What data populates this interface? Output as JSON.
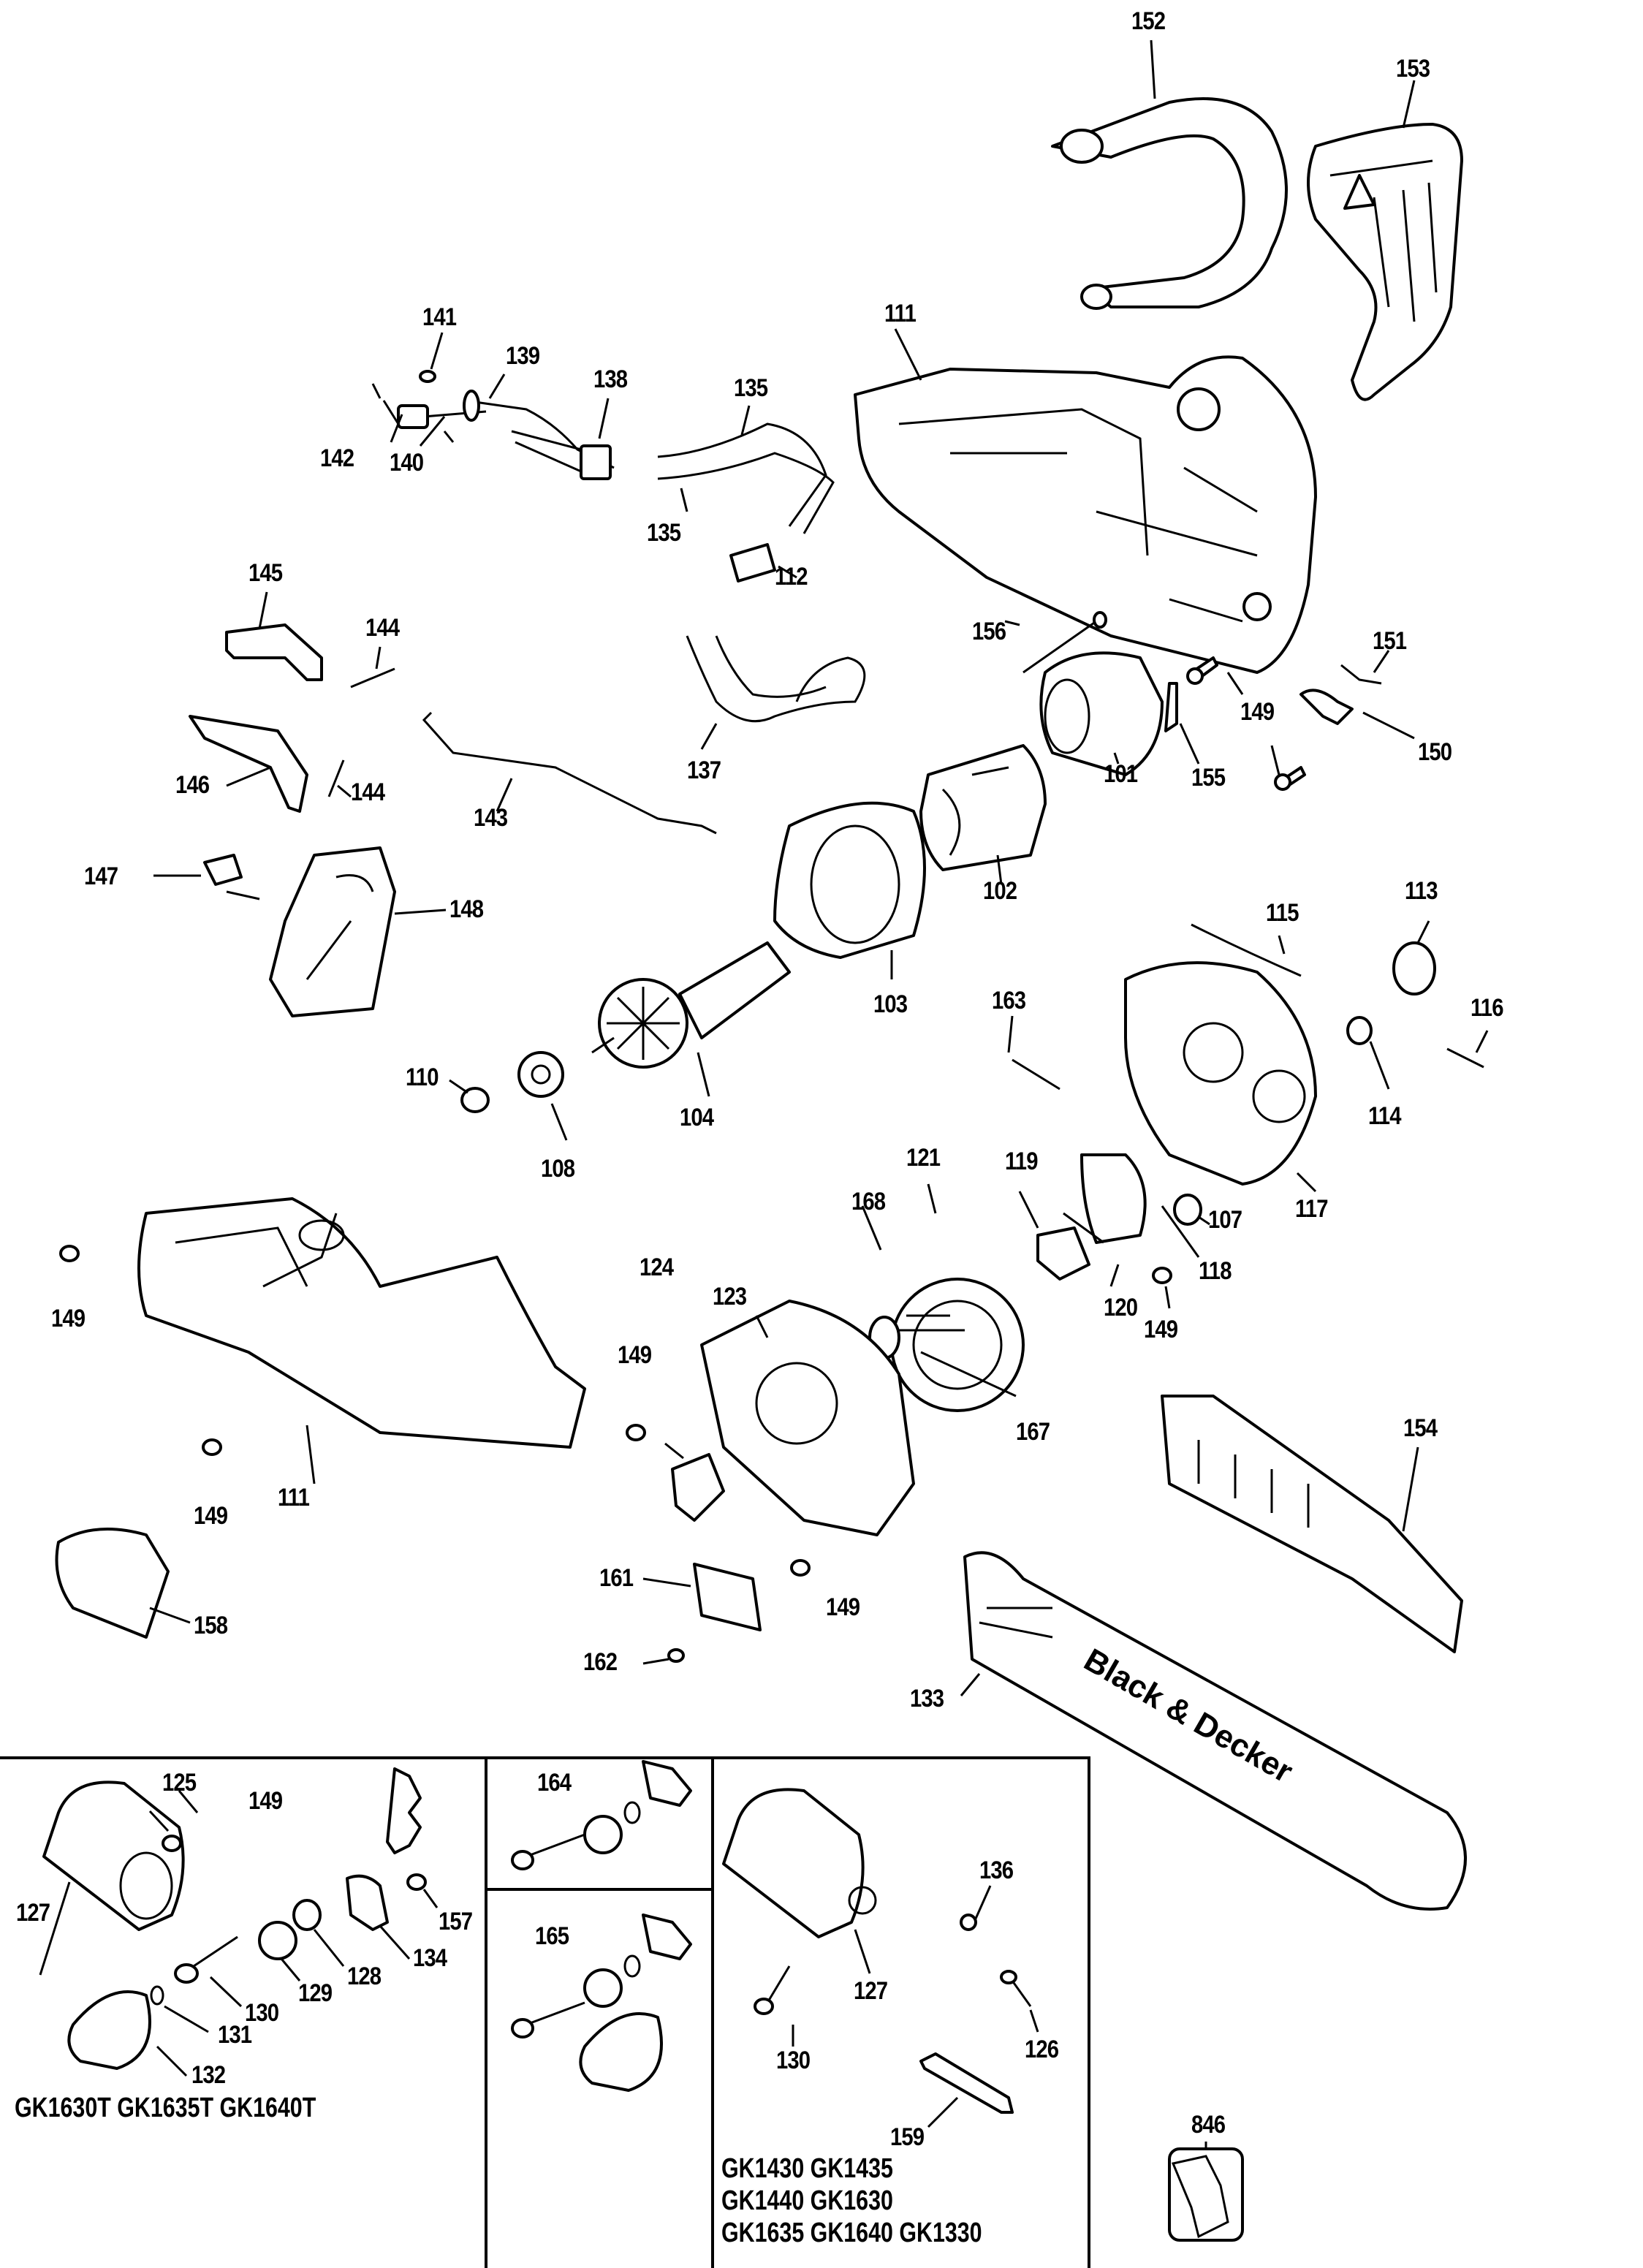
{
  "diagram": {
    "title": "Chainsaw exploded parts diagram",
    "brand_on_bar": "Black & Decker",
    "labels": [
      {
        "id": "152",
        "part": "front-handle"
      },
      {
        "id": "153",
        "part": "front-hand-guard"
      },
      {
        "id": "141",
        "part": "screw"
      },
      {
        "id": "139",
        "part": "cord"
      },
      {
        "id": "138",
        "part": "terminal-block"
      },
      {
        "id": "135",
        "part": "wire-lead"
      },
      {
        "id": "135b",
        "part": "wire-lead"
      },
      {
        "id": "111",
        "part": "housing-half-right"
      },
      {
        "id": "142",
        "part": "cord-protector"
      },
      {
        "id": "140",
        "part": "cord-clamp"
      },
      {
        "id": "112",
        "part": "switch"
      },
      {
        "id": "145",
        "part": "lock-off-button"
      },
      {
        "id": "144",
        "part": "spring"
      },
      {
        "id": "144b",
        "part": "spring"
      },
      {
        "id": "146",
        "part": "trigger"
      },
      {
        "id": "143",
        "part": "linkage-rod"
      },
      {
        "id": "137",
        "part": "wire-harness"
      },
      {
        "id": "156",
        "part": "long-screw"
      },
      {
        "id": "151",
        "part": "clip"
      },
      {
        "id": "149",
        "part": "screw"
      },
      {
        "id": "150",
        "part": "brake-lever"
      },
      {
        "id": "101",
        "part": "brush-holder-end-cap"
      },
      {
        "id": "155",
        "part": "brush"
      },
      {
        "id": "102",
        "part": "field"
      },
      {
        "id": "103",
        "part": "fan-baffle"
      },
      {
        "id": "147",
        "part": "damper"
      },
      {
        "id": "148",
        "part": "switch-carrier"
      },
      {
        "id": "104",
        "part": "armature"
      },
      {
        "id": "110",
        "part": "bearing"
      },
      {
        "id": "108",
        "part": "pinion"
      },
      {
        "id": "115",
        "part": "oil-tube"
      },
      {
        "id": "113",
        "part": "oil-pump"
      },
      {
        "id": "116",
        "part": "pin"
      },
      {
        "id": "163",
        "part": "spring"
      },
      {
        "id": "114",
        "part": "bushing"
      },
      {
        "id": "117",
        "part": "gear-case"
      },
      {
        "id": "119",
        "part": "brake-band-retainer"
      },
      {
        "id": "107",
        "part": "bushing"
      },
      {
        "id": "121",
        "part": "drive-gear"
      },
      {
        "id": "118",
        "part": "brake-band"
      },
      {
        "id": "168",
        "part": "washer"
      },
      {
        "id": "123",
        "part": "sprocket-cover-plate"
      },
      {
        "id": "167",
        "part": "bearing"
      },
      {
        "id": "120",
        "part": "spring"
      },
      {
        "id": "124",
        "part": "sprocket"
      },
      {
        "id": "154",
        "part": "bar-scabbard"
      },
      {
        "id": "111b",
        "part": "housing-half-left"
      },
      {
        "id": "161",
        "part": "bar-plate"
      },
      {
        "id": "162",
        "part": "screw"
      },
      {
        "id": "133",
        "part": "chain-bar"
      },
      {
        "id": "158",
        "part": "hanging-tag"
      }
    ],
    "label_text": {
      "l152": "152",
      "l153": "153",
      "l141": "141",
      "l139": "139",
      "l138": "138",
      "l135a": "135",
      "l135b": "135",
      "l111a": "111",
      "l142": "142",
      "l140": "140",
      "l112": "112",
      "l145": "145",
      "l144a": "144",
      "l144b": "144",
      "l146": "146",
      "l143": "143",
      "l137": "137",
      "l156": "156",
      "l151": "151",
      "l149a": "149",
      "l150": "150",
      "l101": "101",
      "l155": "155",
      "l102": "102",
      "l103": "103",
      "l147": "147",
      "l148": "148",
      "l104": "104",
      "l110": "110",
      "l108": "108",
      "l115": "115",
      "l113": "113",
      "l116": "116",
      "l163": "163",
      "l114": "114",
      "l117": "117",
      "l119": "119",
      "l107": "107",
      "l121": "121",
      "l118": "118",
      "l149b": "149",
      "l168": "168",
      "l123": "123",
      "l167": "167",
      "l120": "120",
      "l124": "124",
      "l149c": "149",
      "l154": "154",
      "l149d": "149",
      "l111b": "111",
      "l149e": "149",
      "l161": "161",
      "l162": "162",
      "l149f": "149",
      "l133": "133",
      "l158": "158"
    },
    "insets": {
      "inset1": {
        "labels": {
          "l149": "149",
          "l125": "125",
          "l127": "127",
          "l157": "157",
          "l134": "134",
          "l128": "128",
          "l129": "129",
          "l130": "130",
          "l131": "131",
          "l132": "132"
        },
        "models": "GK1630T GK1635T GK1640T"
      },
      "inset2": {
        "labels": {
          "l164": "164"
        }
      },
      "inset3": {
        "labels": {
          "l165": "165"
        }
      },
      "inset4": {
        "labels": {
          "l136": "136",
          "l127": "127",
          "l130": "130",
          "l126": "126",
          "l159": "159"
        },
        "models_line1": "GK1430 GK1435",
        "models_line2": "GK1440 GK1630",
        "models_line3": "GK1635 GK1640 GK1330"
      },
      "inset5": {
        "labels": {
          "l846": "846"
        },
        "icon": "spare-parts-bag-icon"
      }
    }
  }
}
